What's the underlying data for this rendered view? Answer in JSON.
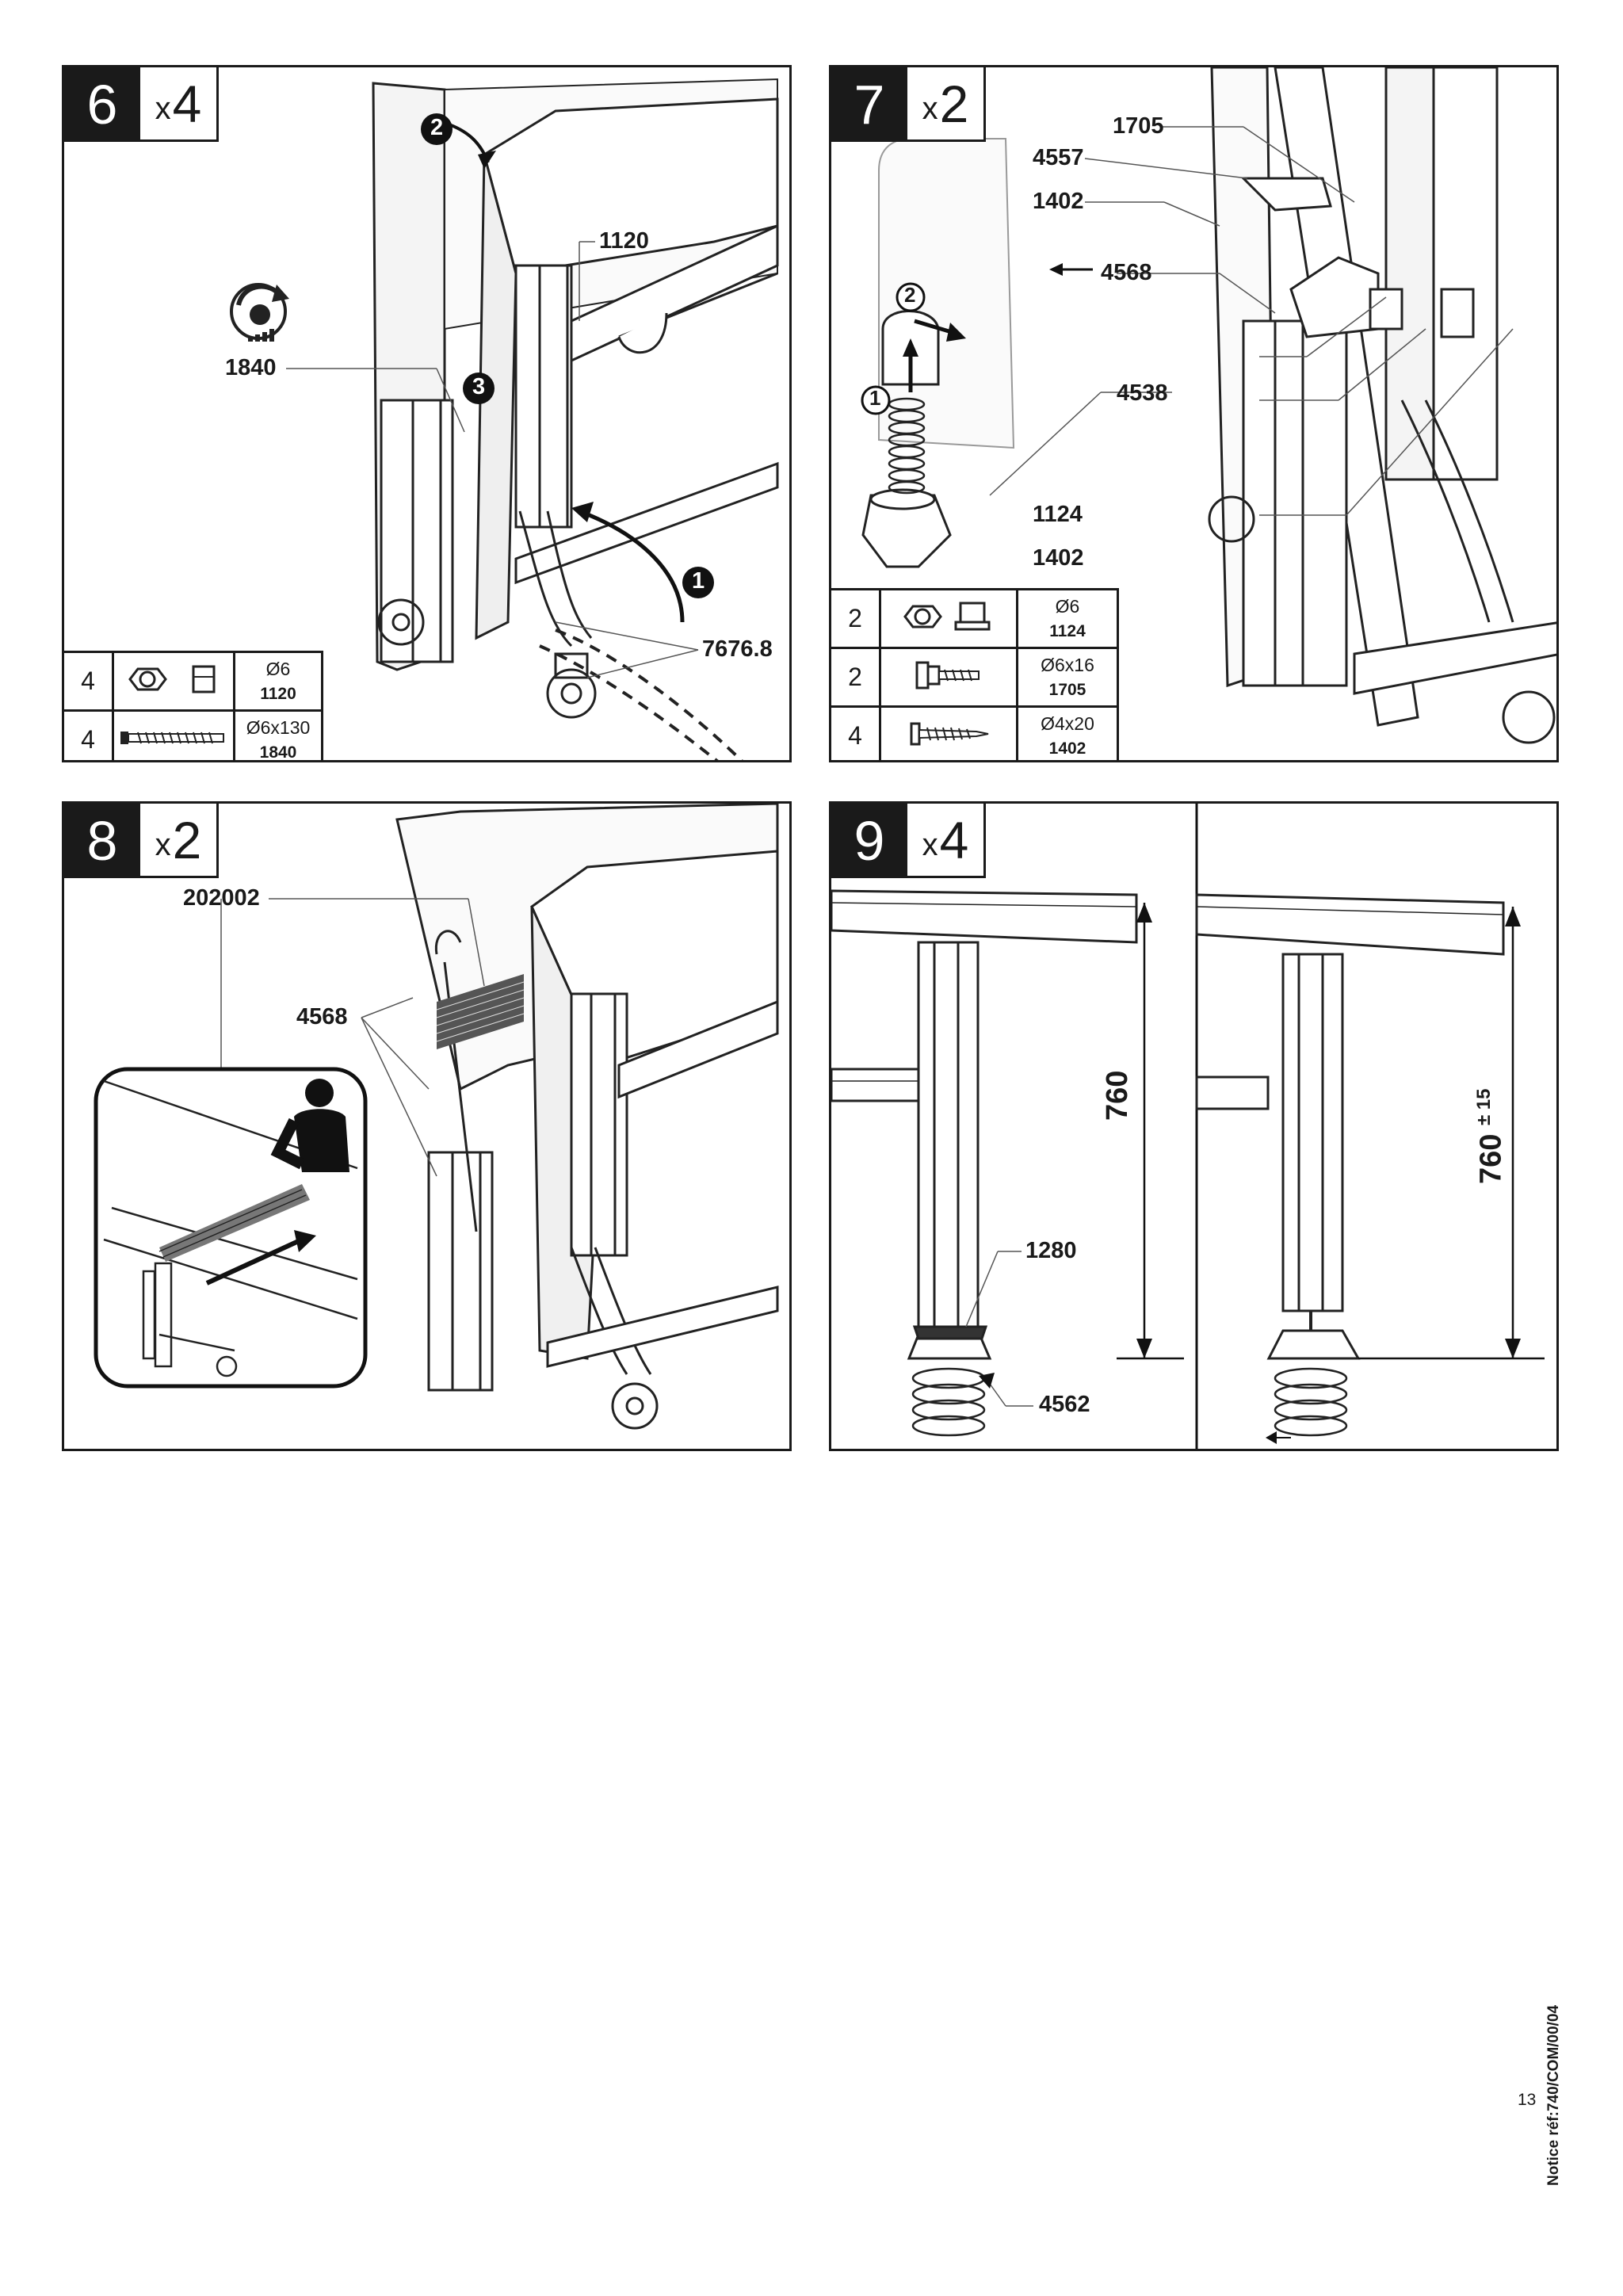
{
  "steps": [
    {
      "number": "6",
      "mult_prefix": "x",
      "mult_value": "4",
      "callouts": {
        "c1840": "1840",
        "c1120": "1120",
        "c7676": "7676.8"
      },
      "markers": {
        "m1": "1",
        "m2": "2",
        "m3": "3"
      },
      "parts": [
        {
          "qty": "4",
          "spec": "Ø6",
          "ref": "1120",
          "icon": "nut-icon"
        },
        {
          "qty": "4",
          "spec": "Ø6x130",
          "ref": "1840",
          "icon": "long-screw-icon"
        }
      ]
    },
    {
      "number": "7",
      "mult_prefix": "x",
      "mult_value": "2",
      "callouts": {
        "c1705": "1705",
        "c4557": "4557",
        "c1402a": "1402",
        "c4568": "4568",
        "c4538": "4538",
        "c1124": "1124",
        "c1402b": "1402"
      },
      "markers": {
        "m1": "1",
        "m2": "2"
      },
      "parts": [
        {
          "qty": "2",
          "spec": "Ø6",
          "ref": "1124",
          "icon": "flange-nut-icon"
        },
        {
          "qty": "2",
          "spec": "Ø6x16",
          "ref": "1705",
          "icon": "bolt-icon"
        },
        {
          "qty": "4",
          "spec": "Ø4x20",
          "ref": "1402",
          "icon": "wood-screw-icon"
        }
      ]
    },
    {
      "number": "8",
      "mult_prefix": "x",
      "mult_value": "2",
      "callouts": {
        "c202002": "202002",
        "c4568": "4568"
      }
    },
    {
      "number": "9",
      "mult_prefix": "x",
      "mult_value": "4",
      "callouts": {
        "c1280": "1280",
        "c4562": "4562"
      },
      "dims": {
        "left": "760",
        "right": "760",
        "tol": "± 15"
      }
    }
  ],
  "footer": {
    "reference": "Notice réf:740/COM/00/04",
    "page": "13"
  }
}
